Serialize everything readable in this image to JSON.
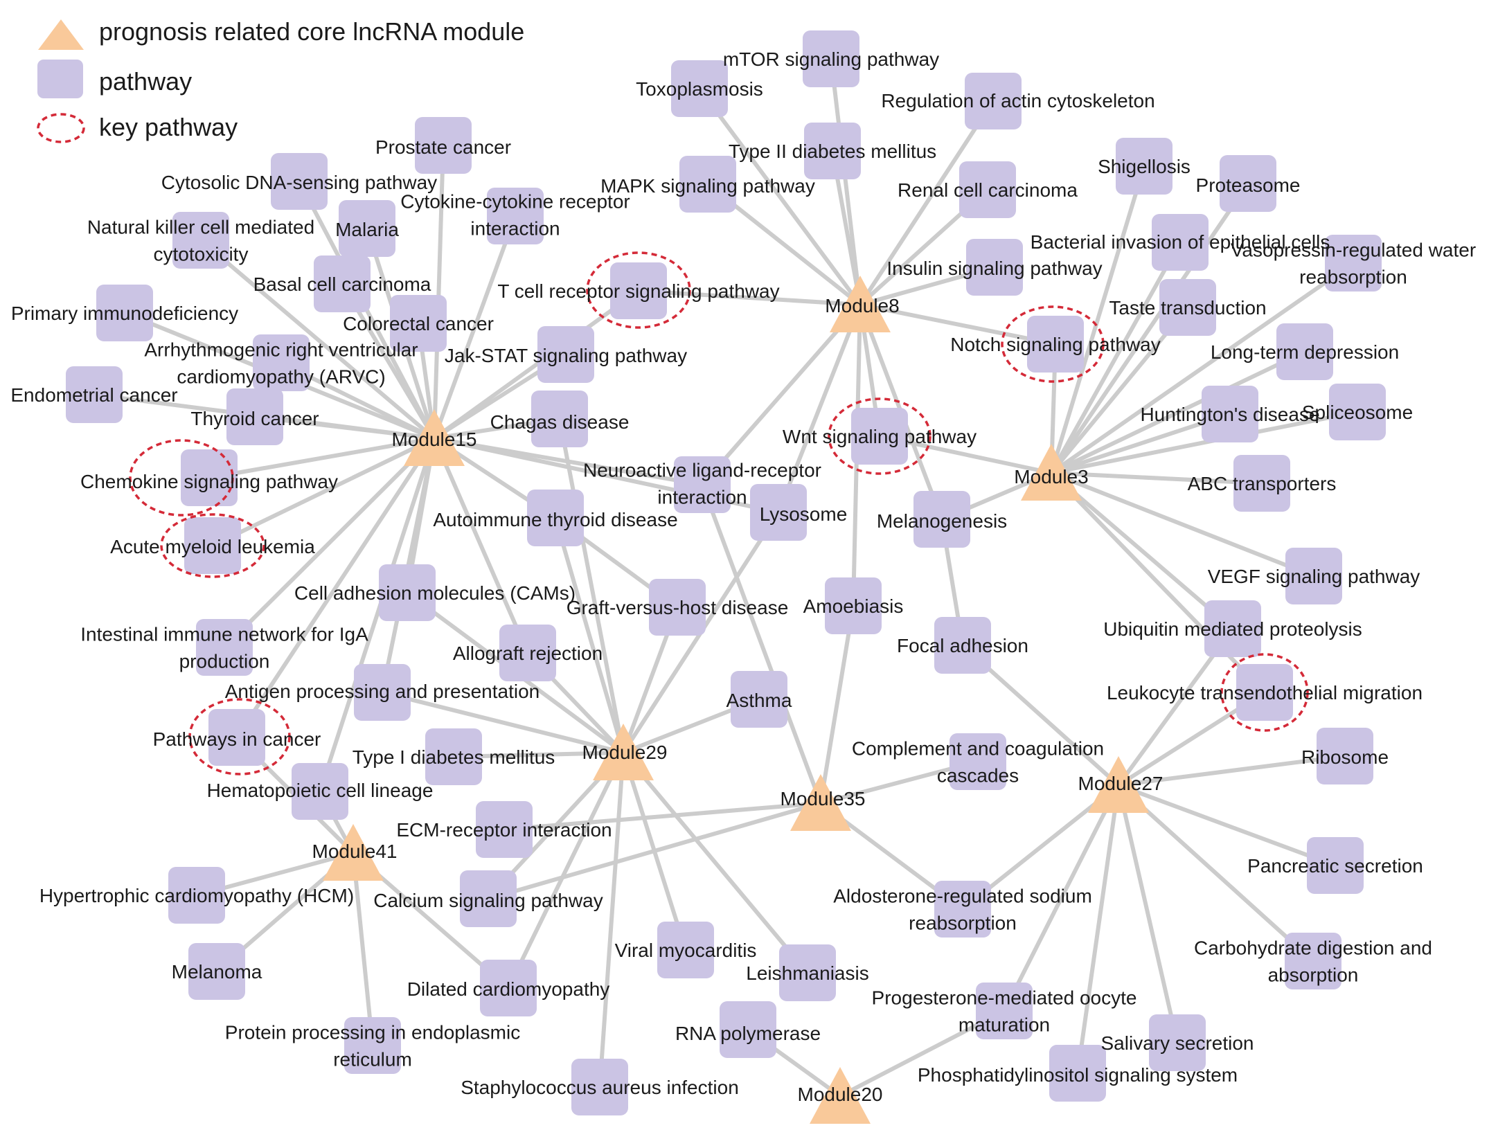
{
  "legend": {
    "module_label": "prognosis related core lncRNA module",
    "pathway_label": "pathway",
    "key_label": "key pathway",
    "module_color": "#f9c99a",
    "pathway_color": "#cbc4e4",
    "key_color": "#d42a38",
    "edge_color": "#cccccc"
  },
  "modules": [
    {
      "id": "M15",
      "label": "Module15"
    },
    {
      "id": "M8",
      "label": "Module8"
    },
    {
      "id": "M3",
      "label": "Module3"
    },
    {
      "id": "M29",
      "label": "Module29"
    },
    {
      "id": "M35",
      "label": "Module35"
    },
    {
      "id": "M27",
      "label": "Module27"
    },
    {
      "id": "M41",
      "label": "Module41"
    },
    {
      "id": "M20",
      "label": "Module20"
    }
  ],
  "pathways": [
    {
      "id": "p1",
      "lines": [
        "mTOR signaling pathway"
      ],
      "key": false
    },
    {
      "id": "p2",
      "lines": [
        "Toxoplasmosis"
      ],
      "key": false
    },
    {
      "id": "p3",
      "lines": [
        "Regulation of actin cytoskeleton"
      ],
      "key": false
    },
    {
      "id": "p4",
      "lines": [
        "Type II diabetes mellitus"
      ],
      "key": false
    },
    {
      "id": "p5",
      "lines": [
        "MAPK signaling pathway"
      ],
      "key": false
    },
    {
      "id": "p6",
      "lines": [
        "Renal cell carcinoma"
      ],
      "key": false
    },
    {
      "id": "p7",
      "lines": [
        "Insulin signaling pathway"
      ],
      "key": false
    },
    {
      "id": "p8",
      "lines": [
        "Prostate cancer"
      ],
      "key": false
    },
    {
      "id": "p9",
      "lines": [
        "Cytosolic DNA-sensing pathway"
      ],
      "key": false
    },
    {
      "id": "p10",
      "lines": [
        "Cytokine-cytokine receptor",
        "interaction"
      ],
      "key": false
    },
    {
      "id": "p11",
      "lines": [
        "Natural killer cell mediated",
        "cytotoxicity"
      ],
      "key": false
    },
    {
      "id": "p12",
      "lines": [
        "Malaria"
      ],
      "key": false
    },
    {
      "id": "p13",
      "lines": [
        "Basal cell carcinoma"
      ],
      "key": false
    },
    {
      "id": "p14",
      "lines": [
        "T cell receptor signaling pathway"
      ],
      "key": true
    },
    {
      "id": "p15",
      "lines": [
        "Primary immunodeficiency"
      ],
      "key": false
    },
    {
      "id": "p16",
      "lines": [
        "Colorectal cancer"
      ],
      "key": false
    },
    {
      "id": "p17",
      "lines": [
        "Arrhythmogenic right ventricular",
        "cardiomyopathy (ARVC)"
      ],
      "key": false
    },
    {
      "id": "p18",
      "lines": [
        "Jak-STAT signaling pathway"
      ],
      "key": false
    },
    {
      "id": "p19",
      "lines": [
        "Endometrial cancer"
      ],
      "key": false
    },
    {
      "id": "p20",
      "lines": [
        "Thyroid cancer"
      ],
      "key": false
    },
    {
      "id": "p21",
      "lines": [
        "Chagas disease"
      ],
      "key": false
    },
    {
      "id": "p22",
      "lines": [
        "Chemokine signaling pathway"
      ],
      "key": true
    },
    {
      "id": "p23",
      "lines": [
        "Acute myeloid leukemia"
      ],
      "key": true
    },
    {
      "id": "p24",
      "lines": [
        "Neuroactive ligand-receptor",
        "interaction"
      ],
      "key": false
    },
    {
      "id": "p25",
      "lines": [
        "Wnt signaling pathway"
      ],
      "key": true
    },
    {
      "id": "p26",
      "lines": [
        "Lysosome"
      ],
      "key": false
    },
    {
      "id": "p27",
      "lines": [
        "Melanogenesis"
      ],
      "key": false
    },
    {
      "id": "p28",
      "lines": [
        "Autoimmune thyroid disease"
      ],
      "key": false
    },
    {
      "id": "p29",
      "lines": [
        "Notch signaling pathway"
      ],
      "key": true
    },
    {
      "id": "p30",
      "lines": [
        "Shigellosis"
      ],
      "key": false
    },
    {
      "id": "p31",
      "lines": [
        "Proteasome"
      ],
      "key": false
    },
    {
      "id": "p32",
      "lines": [
        "Bacterial invasion of epithelial cells"
      ],
      "key": false
    },
    {
      "id": "p33",
      "lines": [
        "Vasopressin-regulated water",
        "reabsorption"
      ],
      "key": false
    },
    {
      "id": "p34",
      "lines": [
        "Taste transduction"
      ],
      "key": false
    },
    {
      "id": "p35",
      "lines": [
        "Long-term depression"
      ],
      "key": false
    },
    {
      "id": "p36",
      "lines": [
        "Huntington's disease"
      ],
      "key": false
    },
    {
      "id": "p37",
      "lines": [
        "Spliceosome"
      ],
      "key": false
    },
    {
      "id": "p38",
      "lines": [
        "ABC transporters"
      ],
      "key": false
    },
    {
      "id": "p39",
      "lines": [
        "VEGF signaling pathway"
      ],
      "key": false
    },
    {
      "id": "p40",
      "lines": [
        "Ubiquitin mediated proteolysis"
      ],
      "key": false
    },
    {
      "id": "p41",
      "lines": [
        "Leukocyte transendothelial migration"
      ],
      "key": true
    },
    {
      "id": "p42",
      "lines": [
        "Ribosome"
      ],
      "key": false
    },
    {
      "id": "p43",
      "lines": [
        "Cell adhesion molecules (CAMs)"
      ],
      "key": false
    },
    {
      "id": "p44",
      "lines": [
        "Graft-versus-host disease"
      ],
      "key": false
    },
    {
      "id": "p45",
      "lines": [
        "Amoebiasis"
      ],
      "key": false
    },
    {
      "id": "p46",
      "lines": [
        "Intestinal immune network for IgA",
        "production"
      ],
      "key": false
    },
    {
      "id": "p47",
      "lines": [
        "Allograft rejection"
      ],
      "key": false
    },
    {
      "id": "p48",
      "lines": [
        "Focal adhesion"
      ],
      "key": false
    },
    {
      "id": "p49",
      "lines": [
        "Antigen processing and presentation"
      ],
      "key": false
    },
    {
      "id": "p50",
      "lines": [
        "Asthma"
      ],
      "key": false
    },
    {
      "id": "p51",
      "lines": [
        "Pathways in cancer"
      ],
      "key": true
    },
    {
      "id": "p52",
      "lines": [
        "Type I diabetes mellitus"
      ],
      "key": false
    },
    {
      "id": "p53",
      "lines": [
        "Complement and coagulation",
        "cascades"
      ],
      "key": false
    },
    {
      "id": "p54",
      "lines": [
        "Hematopoietic cell lineage"
      ],
      "key": false
    },
    {
      "id": "p55",
      "lines": [
        "ECM-receptor interaction"
      ],
      "key": false
    },
    {
      "id": "p56",
      "lines": [
        "Hypertrophic cardiomyopathy (HCM)"
      ],
      "key": false
    },
    {
      "id": "p57",
      "lines": [
        "Calcium signaling pathway"
      ],
      "key": false
    },
    {
      "id": "p58",
      "lines": [
        "Pancreatic secretion"
      ],
      "key": false
    },
    {
      "id": "p59",
      "lines": [
        "Aldosterone-regulated sodium",
        "reabsorption"
      ],
      "key": false
    },
    {
      "id": "p60",
      "lines": [
        "Melanoma"
      ],
      "key": false
    },
    {
      "id": "p61",
      "lines": [
        "Viral myocarditis"
      ],
      "key": false
    },
    {
      "id": "p62",
      "lines": [
        "Leishmaniasis"
      ],
      "key": false
    },
    {
      "id": "p63",
      "lines": [
        "Carbohydrate digestion and",
        "absorption"
      ],
      "key": false
    },
    {
      "id": "p64",
      "lines": [
        "Dilated cardiomyopathy"
      ],
      "key": false
    },
    {
      "id": "p65",
      "lines": [
        "Progesterone-mediated oocyte",
        "maturation"
      ],
      "key": false
    },
    {
      "id": "p66",
      "lines": [
        "Protein processing in endoplasmic",
        "reticulum"
      ],
      "key": false
    },
    {
      "id": "p67",
      "lines": [
        "RNA polymerase"
      ],
      "key": false
    },
    {
      "id": "p68",
      "lines": [
        "Salivary secretion"
      ],
      "key": false
    },
    {
      "id": "p69",
      "lines": [
        "Staphylococcus aureus infection"
      ],
      "key": false
    },
    {
      "id": "p70",
      "lines": [
        "Phosphatidylinositol signaling system"
      ],
      "key": false
    }
  ],
  "edges": [
    [
      "M15",
      "p8"
    ],
    [
      "M15",
      "p9"
    ],
    [
      "M15",
      "p10"
    ],
    [
      "M15",
      "p11"
    ],
    [
      "M15",
      "p12"
    ],
    [
      "M15",
      "p13"
    ],
    [
      "M15",
      "p14"
    ],
    [
      "M15",
      "p15"
    ],
    [
      "M15",
      "p16"
    ],
    [
      "M15",
      "p17"
    ],
    [
      "M15",
      "p18"
    ],
    [
      "M15",
      "p19"
    ],
    [
      "M15",
      "p20"
    ],
    [
      "M15",
      "p21"
    ],
    [
      "M15",
      "p22"
    ],
    [
      "M15",
      "p23"
    ],
    [
      "M15",
      "p24"
    ],
    [
      "M15",
      "p26"
    ],
    [
      "M15",
      "p28"
    ],
    [
      "M15",
      "p43"
    ],
    [
      "M15",
      "p46"
    ],
    [
      "M15",
      "p47"
    ],
    [
      "M15",
      "p49"
    ],
    [
      "M15",
      "p51"
    ],
    [
      "M15",
      "p54"
    ],
    [
      "M8",
      "p1"
    ],
    [
      "M8",
      "p2"
    ],
    [
      "M8",
      "p3"
    ],
    [
      "M8",
      "p4"
    ],
    [
      "M8",
      "p5"
    ],
    [
      "M8",
      "p6"
    ],
    [
      "M8",
      "p7"
    ],
    [
      "M8",
      "p14"
    ],
    [
      "M8",
      "p29"
    ],
    [
      "M8",
      "p24"
    ],
    [
      "M8",
      "p25"
    ],
    [
      "M8",
      "p26"
    ],
    [
      "M8",
      "p27"
    ],
    [
      "M8",
      "p45"
    ],
    [
      "M3",
      "p29"
    ],
    [
      "M3",
      "p30"
    ],
    [
      "M3",
      "p31"
    ],
    [
      "M3",
      "p32"
    ],
    [
      "M3",
      "p33"
    ],
    [
      "M3",
      "p34"
    ],
    [
      "M3",
      "p35"
    ],
    [
      "M3",
      "p36"
    ],
    [
      "M3",
      "p37"
    ],
    [
      "M3",
      "p38"
    ],
    [
      "M3",
      "p39"
    ],
    [
      "M3",
      "p40"
    ],
    [
      "M3",
      "p41"
    ],
    [
      "M3",
      "p25"
    ],
    [
      "M3",
      "p27"
    ],
    [
      "M29",
      "p28"
    ],
    [
      "M29",
      "p44"
    ],
    [
      "M29",
      "p47"
    ],
    [
      "M29",
      "p26"
    ],
    [
      "M29",
      "p21"
    ],
    [
      "M29",
      "p43"
    ],
    [
      "M29",
      "p49"
    ],
    [
      "M29",
      "p52"
    ],
    [
      "M29",
      "p50"
    ],
    [
      "M29",
      "p61"
    ],
    [
      "M29",
      "p62"
    ],
    [
      "M29",
      "p64"
    ],
    [
      "M29",
      "p69"
    ],
    [
      "M29",
      "p57"
    ],
    [
      "M35",
      "p53"
    ],
    [
      "M35",
      "p24"
    ],
    [
      "M35",
      "p45"
    ],
    [
      "M35",
      "p55"
    ],
    [
      "M35",
      "p57"
    ],
    [
      "M35",
      "p59"
    ],
    [
      "M27",
      "p40"
    ],
    [
      "M27",
      "p41"
    ],
    [
      "M27",
      "p42"
    ],
    [
      "M27",
      "p58"
    ],
    [
      "M27",
      "p63"
    ],
    [
      "M27",
      "p68"
    ],
    [
      "M27",
      "p70"
    ],
    [
      "M27",
      "p59"
    ],
    [
      "M27",
      "p48"
    ],
    [
      "M27",
      "p65"
    ],
    [
      "M41",
      "p54"
    ],
    [
      "M41",
      "p56"
    ],
    [
      "M41",
      "p60"
    ],
    [
      "M41",
      "p64"
    ],
    [
      "M41",
      "p66"
    ],
    [
      "M41",
      "p51"
    ],
    [
      "M20",
      "p65"
    ],
    [
      "M20",
      "p67"
    ],
    [
      "p28",
      "p44"
    ],
    [
      "p48",
      "p27"
    ]
  ]
}
